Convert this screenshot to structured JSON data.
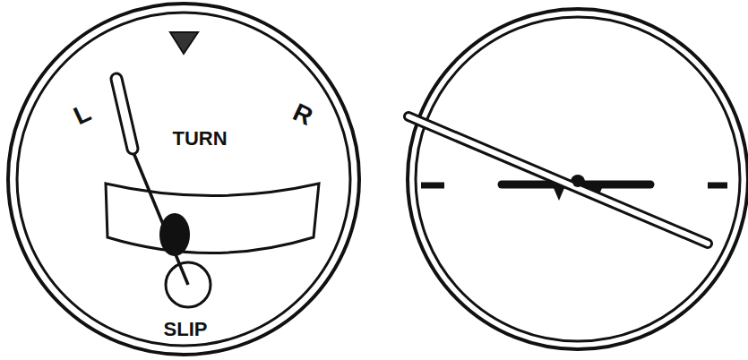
{
  "diagram": {
    "labels": [
      "L",
      "R",
      "TURN",
      "SLIP"
    ]
  }
}
